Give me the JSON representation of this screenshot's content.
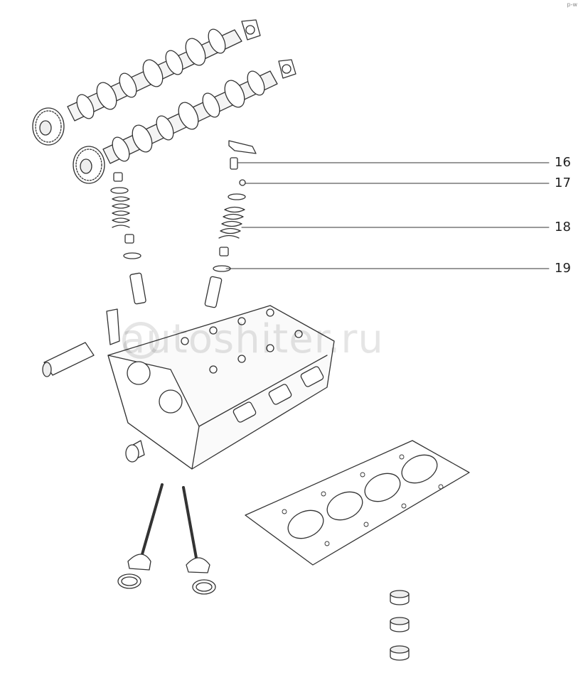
{
  "diagram": {
    "callouts": [
      {
        "id": "16",
        "label": "16"
      },
      {
        "id": "17",
        "label": "17"
      },
      {
        "id": "18",
        "label": "18"
      },
      {
        "id": "19",
        "label": "19"
      }
    ],
    "watermark": "autoshiter.ru",
    "corner_text": "p-w",
    "line_color": "#333333",
    "parts_icons": [
      "camshaft-intake-icon",
      "camshaft-exhaust-icon",
      "cam-sprocket-icon",
      "valve-spring-icon",
      "valve-guide-icon",
      "cylinder-head-icon",
      "head-gasket-icon",
      "valve-icon",
      "valve-seal-icon",
      "tappet-icon",
      "oil-control-valve-icon"
    ]
  }
}
